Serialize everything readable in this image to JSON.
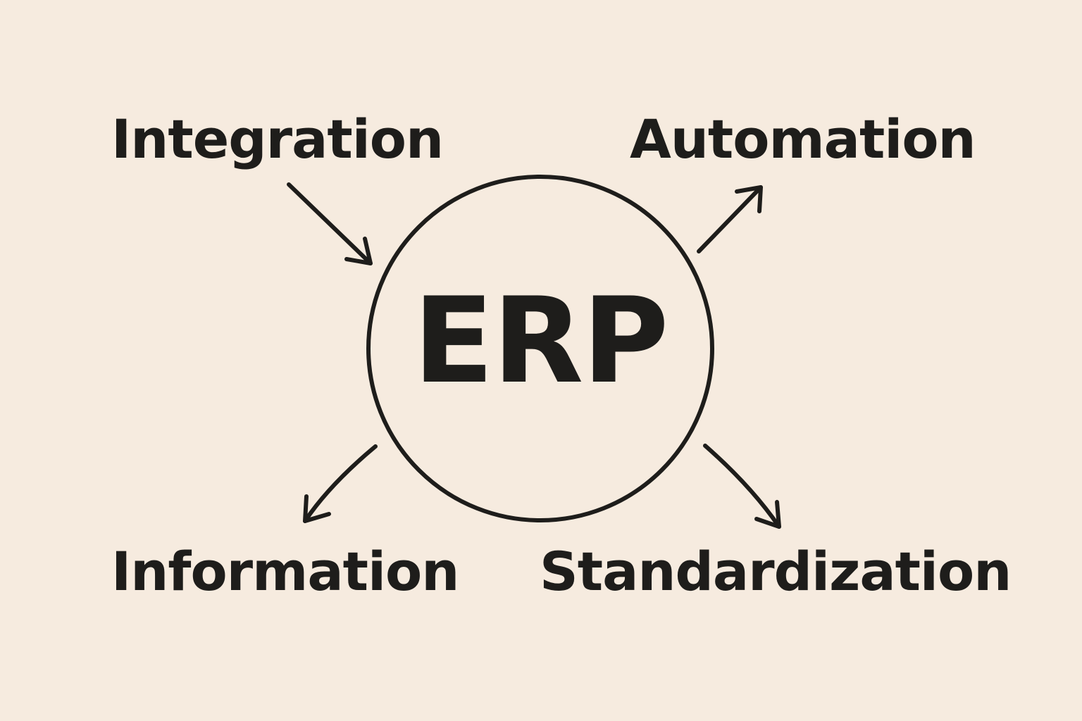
{
  "center": {
    "label": "ERP"
  },
  "nodes": {
    "integration": "Integration",
    "automation": "Automation",
    "information": "Information",
    "standardization": "Standardization"
  },
  "colors": {
    "background": "#f6ebdf",
    "ink": "#1e1d1b"
  }
}
